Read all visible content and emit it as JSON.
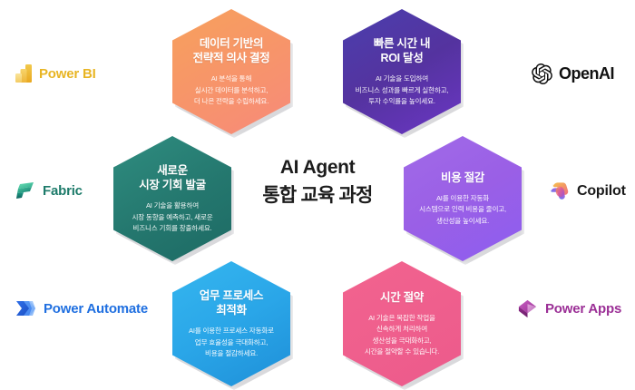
{
  "center": {
    "line1": "AI Agent",
    "line2": "통합 교육 과정"
  },
  "hexagons": [
    {
      "id": "orange",
      "name": "data-driven-decision",
      "title": "데이터 기반의\n전략적 의사 결정",
      "desc": "AI 분석을 통해\n실시간 데이터를 분석하고,\n더 나은 전략을 수립하세요.",
      "color": "#f7965f"
    },
    {
      "id": "indigo",
      "name": "fast-roi",
      "title": "빠른 시간 내\nROI 달성",
      "desc": "AI 기술을 도입하여\n비즈니스 성과를 빠르게 실현하고,\n투자 수익률을 높이세요.",
      "color": "#54339f"
    },
    {
      "id": "teal",
      "name": "new-market-opportunity",
      "title": "새로운\n시장 기회 발굴",
      "desc": "AI 기술을 활용하여\n시장 동향을 예측하고, 새로운\n비즈니스 기회를 창출하세요.",
      "color": "#24776e"
    },
    {
      "id": "violet",
      "name": "cost-reduction",
      "title": "비용 절감",
      "desc": "AI를 이용한 자동화\n시스템으로 인력 비용을 줄이고,\n생산성을 높이세요.",
      "color": "#9a5fe6"
    },
    {
      "id": "blue",
      "name": "process-optimization",
      "title": "업무 프로세스\n최적화",
      "desc": "AI를 이용한 프로세스 자동화로\n업무 효율성을 극대화하고,\n비용을 절감하세요.",
      "color": "#2aa6e8"
    },
    {
      "id": "pink",
      "name": "time-saving",
      "title": "시간 절약",
      "desc": "AI 기술은 복잡한 작업을\n신속하게 처리하여\n생산성을 극대화하고,\n시간을 절약할 수 있습니다.",
      "color": "#ef5f8d"
    }
  ],
  "logos": {
    "power_bi": {
      "label": "Power BI",
      "icon": "power-bi-icon",
      "color": "#e8b524"
    },
    "fabric": {
      "label": "Fabric",
      "icon": "fabric-icon",
      "color": "#1d7b6a"
    },
    "power_automate": {
      "label": "Power Automate",
      "icon": "power-automate-icon",
      "color": "#1f6fe0"
    },
    "openai": {
      "label": "OpenAI",
      "icon": "openai-icon",
      "color": "#111111"
    },
    "copilot": {
      "label": "Copilot",
      "icon": "copilot-icon",
      "color": "#1a1a1a"
    },
    "power_apps": {
      "label": "Power Apps",
      "icon": "power-apps-icon",
      "color": "#9b2f96"
    }
  }
}
